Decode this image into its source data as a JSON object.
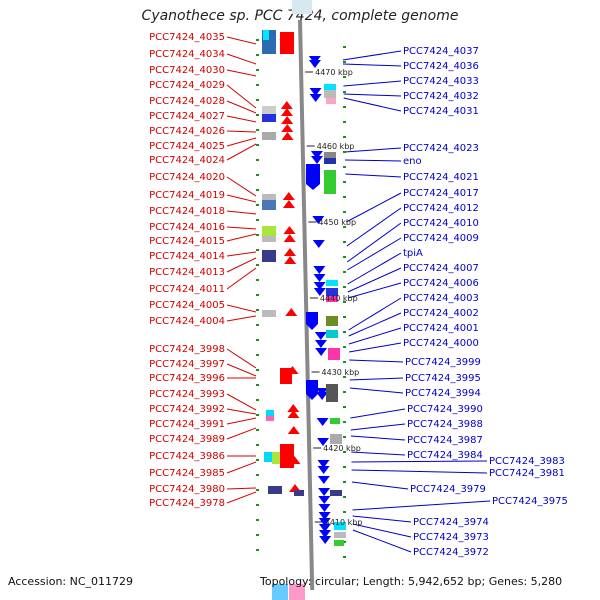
{
  "title": "Cyanothece sp. PCC 7424, complete genome",
  "footer": {
    "accession": "Accession: NC_011729",
    "topology": "Topology: circular; Length: 5,942,652 bp; Genes: 5,280"
  },
  "colors": {
    "left_label": "#d40000",
    "right_label": "#0000c8",
    "backbone": "#888888",
    "forward_arrow": "#ff0000",
    "reverse_arrow": "#0000ff"
  },
  "scale_ticks": [
    "4470 kbp",
    "4460 kbp",
    "4450 kbp",
    "4440 kbp",
    "4430 kbp",
    "4420 kbp",
    "4410 kbp"
  ],
  "left_labels": [
    "PCC7424_4035",
    "PCC7424_4034",
    "PCC7424_4030",
    "PCC7424_4029",
    "PCC7424_4028",
    "PCC7424_4027",
    "PCC7424_4026",
    "PCC7424_4025",
    "PCC7424_4024",
    "PCC7424_4020",
    "PCC7424_4019",
    "PCC7424_4018",
    "PCC7424_4016",
    "PCC7424_4015",
    "PCC7424_4014",
    "PCC7424_4013",
    "PCC7424_4011",
    "PCC7424_4005",
    "PCC7424_4004",
    "PCC7424_3998",
    "PCC7424_3997",
    "PCC7424_3996",
    "PCC7424_3993",
    "PCC7424_3992",
    "PCC7424_3991",
    "PCC7424_3989",
    "PCC7424_3986",
    "PCC7424_3985",
    "PCC7424_3980",
    "PCC7424_3978"
  ],
  "right_labels": [
    "PCC7424_4037",
    "PCC7424_4036",
    "PCC7424_4033",
    "PCC7424_4032",
    "PCC7424_4031",
    "PCC7424_4023",
    "eno",
    "PCC7424_4021",
    "PCC7424_4017",
    "PCC7424_4012",
    "PCC7424_4010",
    "PCC7424_4009",
    "tpiA",
    "PCC7424_4007",
    "PCC7424_4006",
    "PCC7424_4003",
    "PCC7424_4002",
    "PCC7424_4001",
    "PCC7424_4000",
    "PCC7424_3999",
    "PCC7424_3995",
    "PCC7424_3994",
    "PCC7424_3990",
    "PCC7424_3988",
    "PCC7424_3987",
    "PCC7424_3984",
    "PCC7424_3983",
    "PCC7424_3981",
    "PCC7424_3979",
    "PCC7424_3975",
    "PCC7424_3974",
    "PCC7424_3973",
    "PCC7424_3972"
  ]
}
